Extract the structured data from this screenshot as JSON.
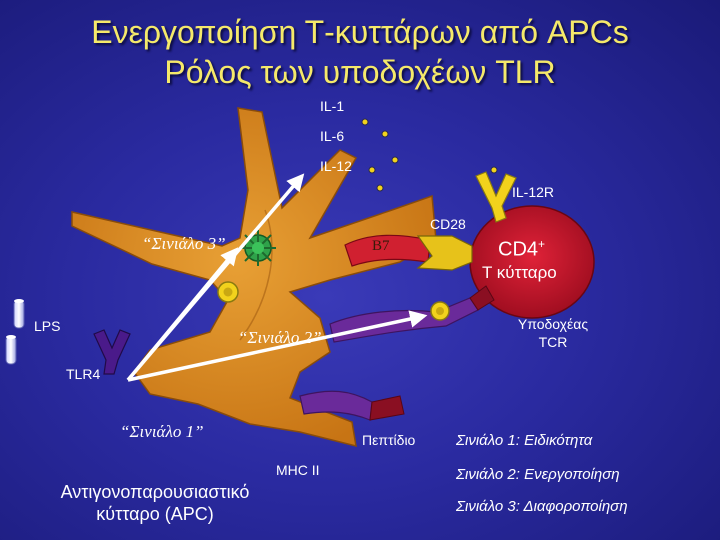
{
  "title": {
    "line1": "Ενεργοποίηση Τ-κυττάρων από APCs",
    "line2": "Ρόλος των υποδοχέων TLR"
  },
  "cytokines": [
    "IL-1",
    "IL-6",
    "IL-12"
  ],
  "labels": {
    "il12r": "IL-12R",
    "cd28": "CD28",
    "b7": "B7",
    "cd4_main": "CD4",
    "cd4_sup": "+",
    "t_cell": "Τ κύτταρο",
    "tcr_line1": "Υποδοχέας",
    "tcr_line2": "TCR",
    "lps": "LPS",
    "tlr4": "TLR4",
    "peptide": "Πεπτίδιο",
    "mhc": "MHC II",
    "apc_line1": "Αντιγονοπαρουσιαστικό",
    "apc_line2": "κύτταρο (APC)"
  },
  "signals": {
    "signal3": "“Σινιάλο 3”",
    "signal2": "“Σινιάλο 2”",
    "signal1": "“Σινιάλο 1”"
  },
  "notes": [
    "Σινιάλο 1: Ειδικότητα",
    "Σινιάλο 2: Ενεργοποίηση",
    "Σινιάλο 3: Διαφοροποίηση"
  ],
  "colors": {
    "background": "#2a2aa0",
    "title": "#f5e96a",
    "apc_cell": "#d9891f",
    "t_cell": "#c8142a",
    "receptor_yellow": "#f2d21c",
    "tcr_purple": "#6a2a9a",
    "arrow": "#ffffff"
  }
}
